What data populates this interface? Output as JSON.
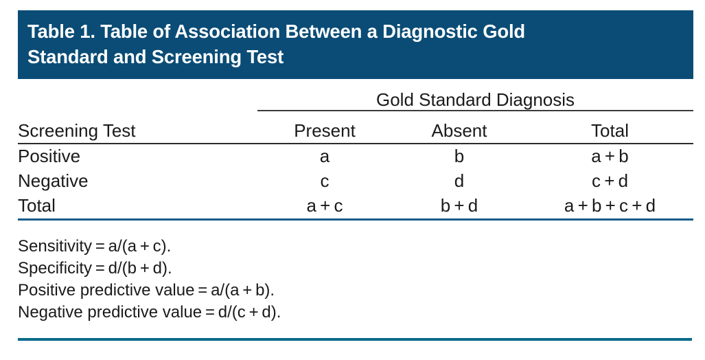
{
  "title": {
    "text": "Table 1. Table of Association Between a Diagnostic Gold\nStandard and Screening Test",
    "background_color": "#0a4c76",
    "text_color": "#ffffff"
  },
  "table": {
    "span_header": "Gold Standard Diagnosis",
    "row_header_label": "Screening Test",
    "columns": [
      "Present",
      "Absent",
      "Total"
    ],
    "rows": [
      {
        "label": "Positive",
        "present": "a",
        "absent": "b",
        "total": "a + b"
      },
      {
        "label": "Negative",
        "present": "c",
        "absent": "d",
        "total": "c + d"
      },
      {
        "label": "Total",
        "present": "a + c",
        "absent": "b + d",
        "total": "a + b + c + d"
      }
    ],
    "rule_colors": {
      "span_rule": "#3a3a3a",
      "header_rule": "#2b2b2b",
      "body_bottom_rule": "#155a8a"
    }
  },
  "footnotes": [
    "Sensitivity = a/(a + c).",
    "Specificity = d/(b + d).",
    "Positive predictive value = a/(a + b).",
    "Negative predictive value = d/(c + d)."
  ],
  "bottom_rule_color": "#0a6b8a"
}
